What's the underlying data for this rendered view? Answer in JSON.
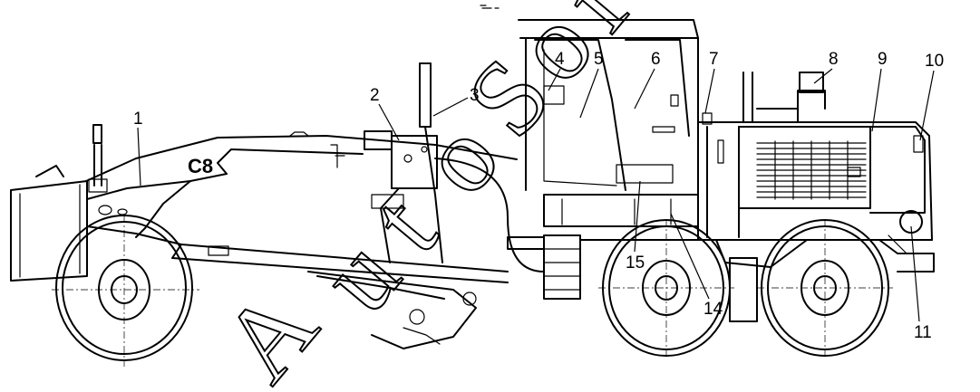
{
  "diagram": {
    "model_label": "C8",
    "watermark": [
      "A",
      "u",
      "t",
      "o",
      "S",
      "o",
      "f",
      "t"
    ],
    "callouts": [
      "1",
      "2",
      "3",
      "4",
      "5",
      "6",
      "7",
      "8",
      "9",
      "10",
      "11",
      "14",
      "15"
    ]
  },
  "colors": {
    "line": "#000000",
    "background": "#ffffff"
  },
  "icons": {
    "machine": "motor-grader-side-view"
  }
}
